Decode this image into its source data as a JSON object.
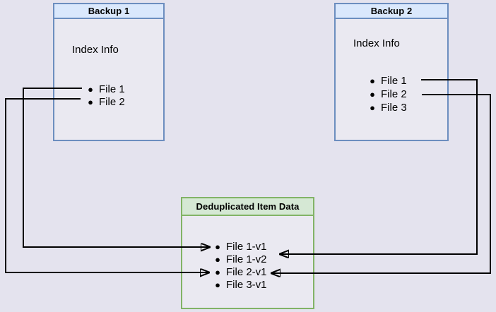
{
  "boxes": {
    "backup1": {
      "title": "Backup 1",
      "subtitle": "Index Info",
      "items": [
        "File 1",
        "File 2"
      ]
    },
    "backup2": {
      "title": "Backup 2",
      "subtitle": "Index Info",
      "items": [
        "File 1",
        "File 2",
        "File 3"
      ]
    },
    "dedup": {
      "title": "Deduplicated Item Data",
      "items": [
        "File 1-v1",
        "File 1-v2",
        "File 2-v1",
        "File 3-v1"
      ]
    }
  },
  "connections": [
    {
      "from": "Backup 1 / File 1",
      "to": "File 1-v1"
    },
    {
      "from": "Backup 1 / File 2",
      "to": "File 2-v1"
    },
    {
      "from": "Backup 2 / File 1",
      "to": "File 1-v2"
    },
    {
      "from": "Backup 2 / File 2",
      "to": "File 2-v1"
    }
  ],
  "colors": {
    "background": "#e4e3ee",
    "blue_fill": "#dae8fc",
    "blue_border": "#6c8ebf",
    "green_fill": "#d5e8d4",
    "green_border": "#82b366",
    "connector": "#000000"
  }
}
